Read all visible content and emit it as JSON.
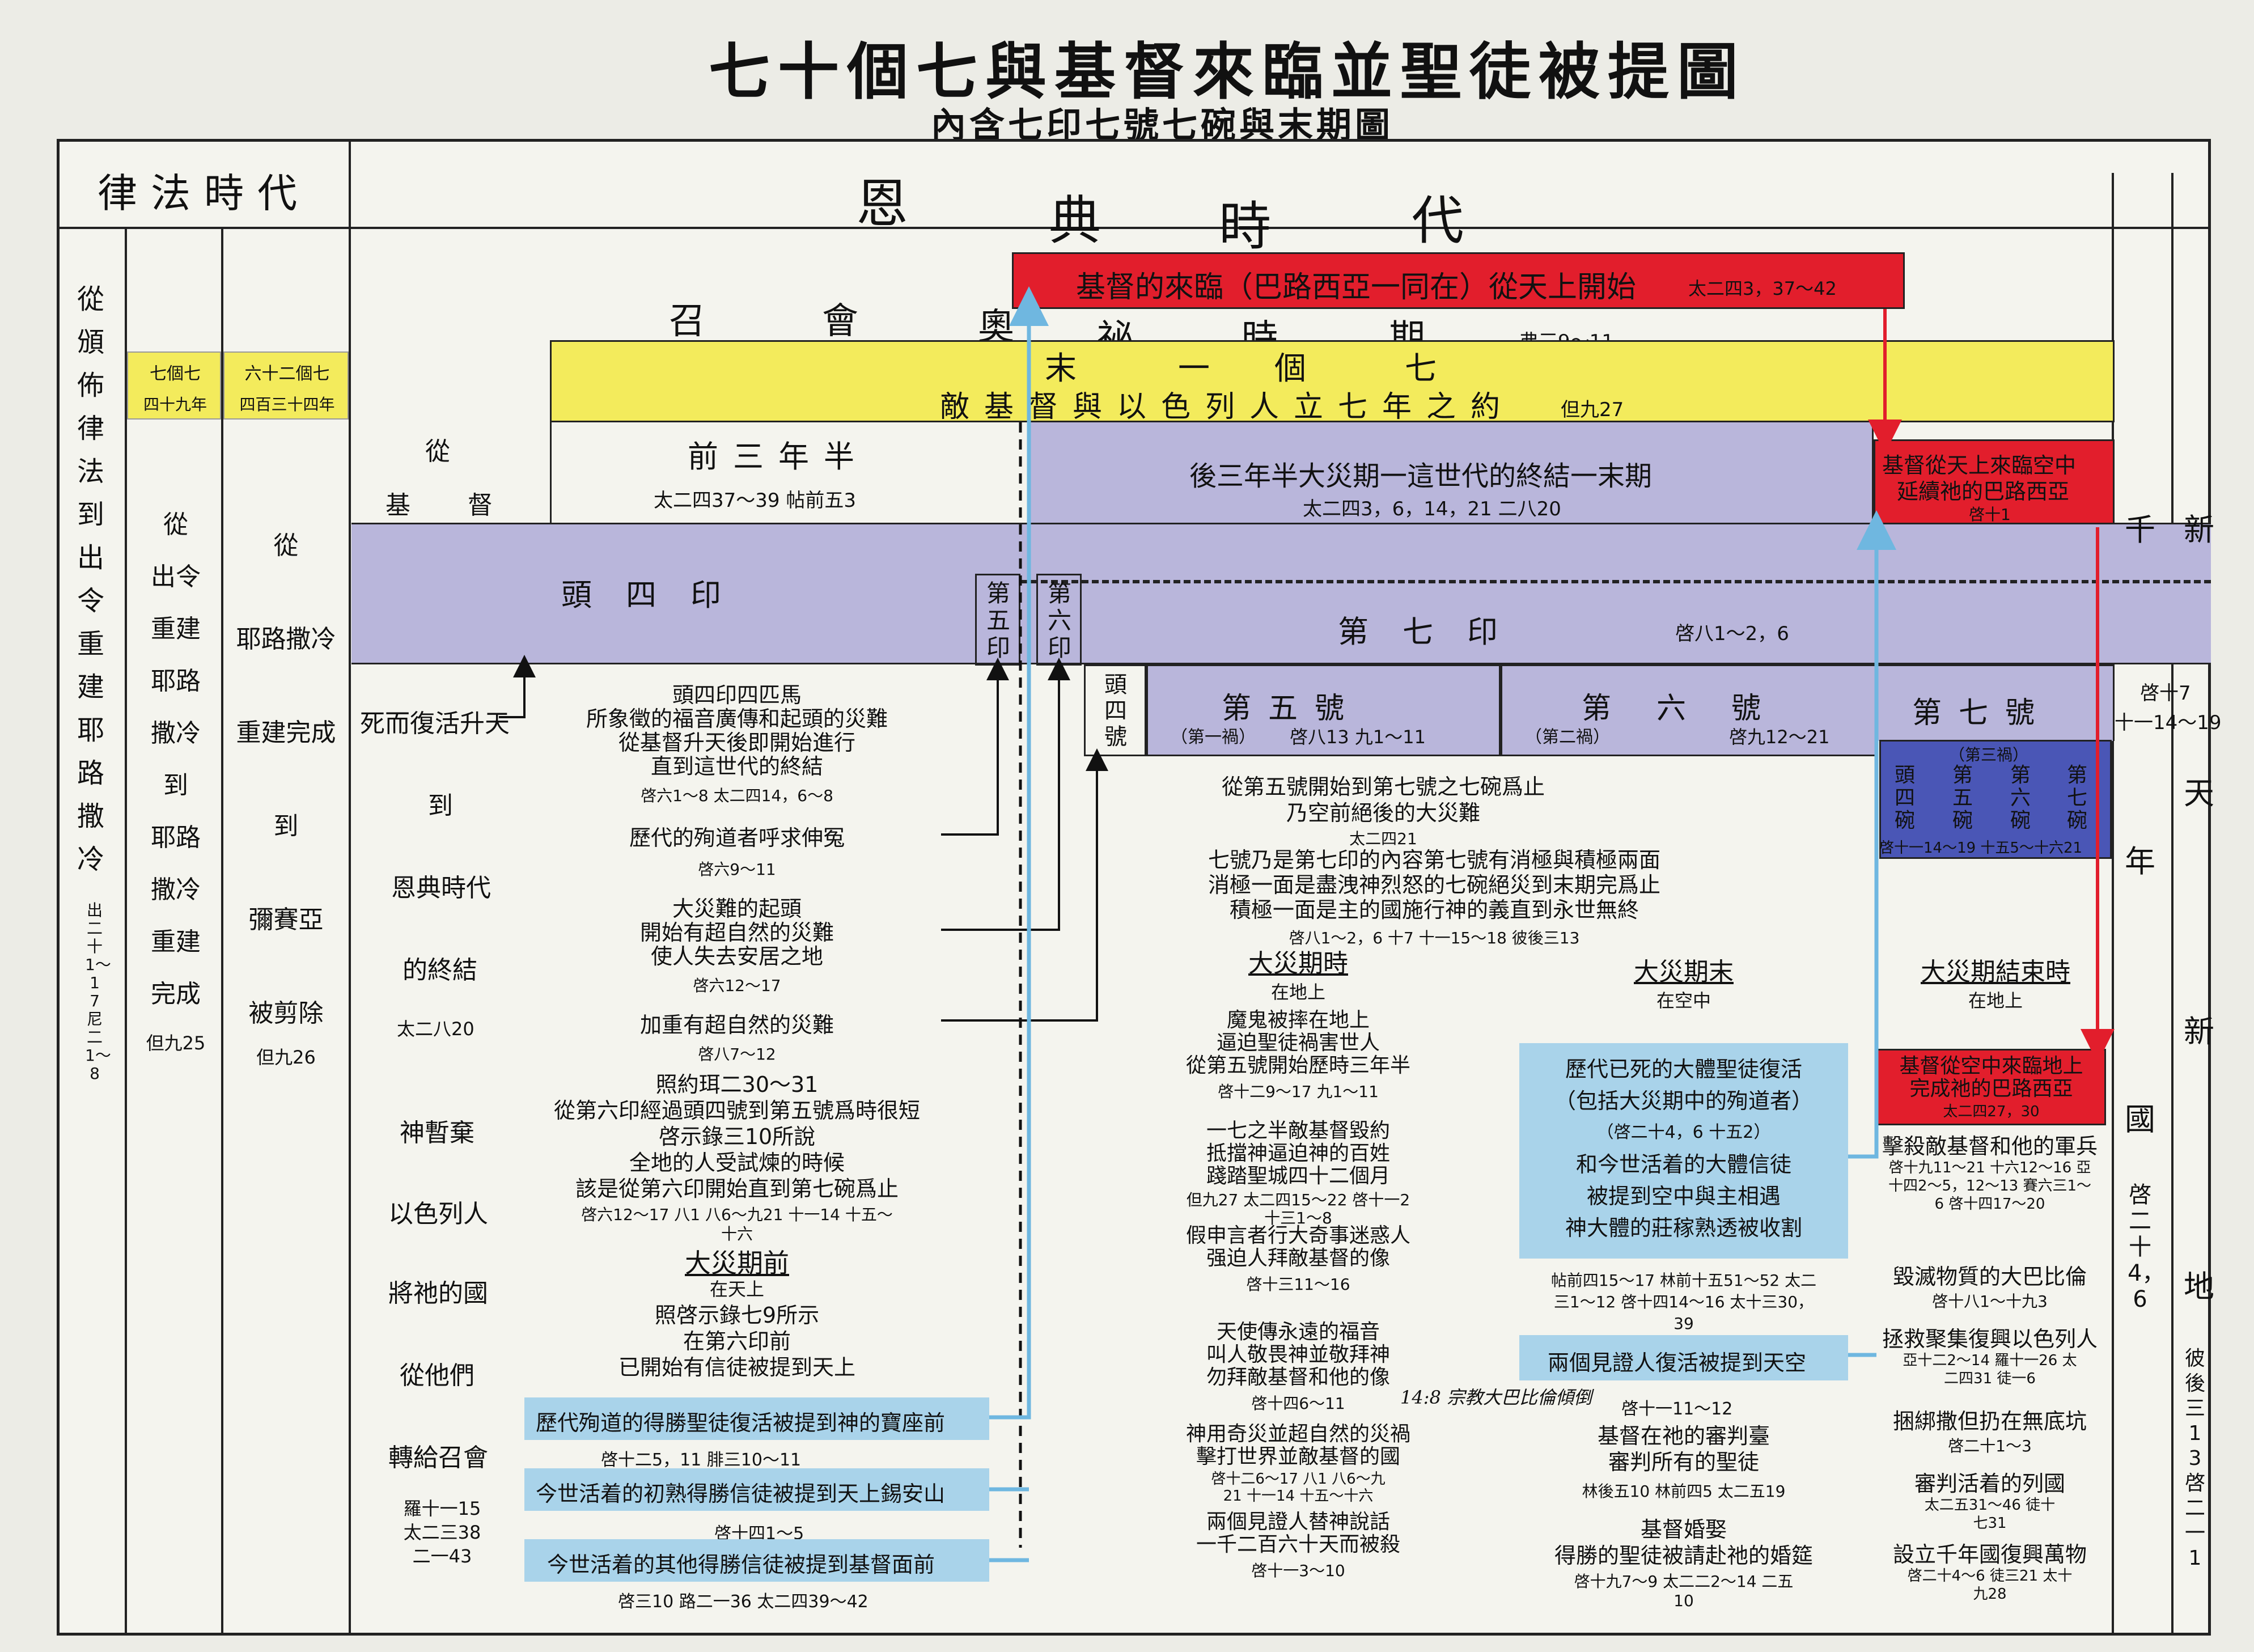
{
  "title": "七十個七與基督來臨並聖徒被提圖",
  "subtitle": "內含七印七號七碗與末期圖",
  "law_age": "律法時代",
  "grace_age": [
    "恩",
    "典",
    "時",
    "代"
  ],
  "col1": {
    "text": "從頒佈律法到出令重建耶路撒冷",
    "ref": "出二十1〜17 尼二1〜8"
  },
  "col2": {
    "head1": "七個七",
    "head2": "四十九年",
    "text": [
      "從",
      "出令",
      "重建",
      "耶路",
      "撒冷",
      "到",
      "耶路",
      "撒冷",
      "重建",
      "完成"
    ],
    "ref": "但九25"
  },
  "col3": {
    "head1": "六十二個七",
    "head2": "四百三十四年",
    "text": [
      "從",
      "耶路撒冷",
      "重建完成",
      "到",
      "彌賽亞",
      "被剪除"
    ],
    "ref": "但九26"
  },
  "church": {
    "words": [
      "召",
      "會",
      "奧",
      "祕",
      "時",
      "期"
    ],
    "ref": "弗三9〜11"
  },
  "red_top": {
    "text": "基督的來臨（巴路西亞一同在）從天上開始",
    "ref": "太二四3，37〜42"
  },
  "last_seven": {
    "words": [
      "末",
      "一",
      "個",
      "七"
    ],
    "line2": "敵基督與以色列人立七年之約",
    "ref": "但九27"
  },
  "from_christ": [
    "從",
    "基",
    "督"
  ],
  "first_half": {
    "title": "前三年半",
    "ref": "太二四37〜39 帖前五3"
  },
  "second_half": {
    "title": "後三年半大災期一這世代的終結一末期",
    "ref": "太二四3，6，14，21 二八20"
  },
  "red_right": {
    "line1": "基督從天上來臨空中",
    "line2": "延續祂的巴路西亞",
    "ref": "啓十1"
  },
  "seals": {
    "first4": "頭四印",
    "fifth": "第五印",
    "sixth": "第六印",
    "seventh": "第七印",
    "seventh_ref": "啓八1〜2，6"
  },
  "trumpets": {
    "first4": "頭四號",
    "fifth": "第五號",
    "fifth_sub": "（第一禍）",
    "fifth_ref": "啓八13 九1〜11",
    "sixth": "第六號",
    "sixth_sub": "（第二禍）",
    "sixth_ref": "啓九12〜21",
    "seventh": "第七號",
    "seventh_ref1": "啓十7",
    "seventh_ref2": "十一14〜19"
  },
  "bowls": {
    "sub": "（第三禍）",
    "items": [
      "頭四碗",
      "第五碗",
      "第六碗",
      "第七碗"
    ],
    "ref": "啓十一14〜19 十五5〜十六21"
  },
  "millennium": [
    "千",
    "年",
    "國"
  ],
  "new_heaven": [
    "新",
    "天",
    "新",
    "地"
  ],
  "new_heaven_ref": "彼後三13 啓二一1",
  "millennium_ref": "啓二十4，6",
  "left_side": {
    "lines": [
      "死而復活升天",
      "到",
      "恩典時代",
      "的終結"
    ],
    "ref1": "太二八20",
    "lines2": [
      "神暫棄",
      "以色列人",
      "將祂的國",
      "從他們",
      "轉給召會"
    ],
    "ref2": "羅十一15 太二三38 二一43"
  },
  "mid_notes": {
    "n1": [
      "頭四印四匹馬",
      "所象徵的福音廣傳和起頭的災難",
      "從基督升天後即開始進行",
      "直到這世代的終結"
    ],
    "n1ref": "啓六1〜8 太二四14，6〜8",
    "n2": "歷代的殉道者呼求伸冤",
    "n2ref": "啓六9〜11",
    "n3": [
      "大災難的起頭",
      "開始有超自然的災難",
      "使人失去安居之地"
    ],
    "n3ref": "啓六12〜17",
    "n4": "加重有超自然的災難",
    "n4ref": "啓八7〜12",
    "n5": [
      "照約珥二30〜31",
      "從第六印經過頭四號到第五號爲時很短",
      "啓示錄三10所說",
      "全地的人受試煉的時候",
      "該是從第六印開始直到第七碗爲止"
    ],
    "n5ref": "啓六12〜17 八1 八6〜九21 十一14 十五〜十六",
    "pre": "大災期前",
    "pre_sub": "在天上",
    "n6": [
      "照啓示錄七9所示",
      "在第六印前",
      "已開始有信徒被提到天上"
    ],
    "b1": "歷代殉道的得勝聖徒復活被提到神的寶座前",
    "b1ref": "啓十二5，11 腓三10〜11",
    "b2": "今世活着的初熟得勝信徒被提到天上錫安山",
    "b2ref": "啓十四1〜5",
    "b3": "今世活着的其他得勝信徒被提到基督面前",
    "b3ref": "啓三10 路二一36 太二四39〜42"
  },
  "center_notes": {
    "n1": [
      "從第五號開始到第七號之七碗爲止",
      "乃空前絕後的大災難"
    ],
    "n1ref": "太二四21",
    "n2": [
      "七號乃是第七印的內容第七號有消極與積極兩面",
      "消極一面是盡洩神烈怒的七碗絕災到末期完爲止",
      "積極一面是主的國施行神的義直到永世無終"
    ],
    "n2ref": "啓八1〜2，6 十7 十一15〜18 彼後三13",
    "h1": "大災期時",
    "h1sub": "在地上",
    "p1": [
      "魔鬼被摔在地上",
      "逼迫聖徒禍害世人",
      "從第五號開始歷時三年半"
    ],
    "p1ref": "啓十二9〜17 九1〜11",
    "p2": [
      "一七之半敵基督毀約",
      "抵擋神逼迫神的百姓",
      "踐踏聖城四十二個月"
    ],
    "p2ref": "但九27 太二四15〜22 啓十一2 十三1〜8",
    "p3": [
      "假申言者行大奇事迷惑人",
      "强迫人拜敵基督的像"
    ],
    "p3ref": "啓十三11〜16",
    "p4": [
      "天使傳永遠的福音",
      "叫人敬畏神並敬拜神",
      "勿拜敵基督和他的像"
    ],
    "p4ref": "啓十四6〜11",
    "p4hand": "14:8 宗教大巴比倫傾倒",
    "p5": [
      "神用奇災並超自然的災禍",
      "擊打世界並敵基督的國"
    ],
    "p5ref": "啓十二6〜17 八1 八6〜九21 十一14 十五〜十六",
    "p6": [
      "兩個見證人替神說話",
      "一千二百六十天而被殺"
    ],
    "p6ref": "啓十一3〜10"
  },
  "end_notes": {
    "h": "大災期末",
    "hsub": "在空中",
    "box1": [
      "歷代已死的大體聖徒復活",
      "（包括大災期中的殉道者）",
      "（啓二十4，6 十五2）",
      "和今世活着的大體信徒",
      "被提到空中與主相遇",
      "神大體的莊稼熟透被收割"
    ],
    "box1ref": "帖前四15〜17 林前十五51〜52 太二三1〜12 啓十四14〜16 太十三30，39",
    "box2": "兩個見證人復活被提到天空",
    "box2ref": "啓十一11〜12",
    "j1": [
      "基督在祂的審判臺",
      "審判所有的聖徒"
    ],
    "j1ref": "林後五10 林前四5 太二五19",
    "j2h": "基督婚娶",
    "j2": "得勝的聖徒被請赴祂的婚筵",
    "j2ref": "啓十九7〜9 太二二2〜14 二五10"
  },
  "after_notes": {
    "h": "大災期結束時",
    "hsub": "在地上",
    "red": [
      "基督從空中來臨地上",
      "完成祂的巴路西亞"
    ],
    "redref": "太二四27，30",
    "a1": "擊殺敵基督和他的軍兵",
    "a1ref": "啓十九11〜21 十六12〜16 亞十四2〜5，12〜13 賽六三1〜6 啓十四17〜20",
    "a2": "毀滅物質的大巴比倫",
    "a2ref": "啓十八1〜十九3",
    "a3": "拯救聚集復興以色列人",
    "a3ref": "亞十二2〜14 羅十一26 太二四31 徒一6",
    "a4": "捆綁撒但扔在無底坑",
    "a4ref": "啓二十1〜3",
    "a5": "審判活着的列國",
    "a5ref": "太二五31〜46 徒十七31",
    "a6": "設立千年國復興萬物",
    "a6ref": "啓二十4〜6 徒三21 太十九28"
  },
  "colors": {
    "red": "#e21e2c",
    "yellow": "#f3eb5c",
    "purple": "#b9b6db",
    "lightblue": "#a9d3ea",
    "darkblue": "#4a56b6"
  }
}
